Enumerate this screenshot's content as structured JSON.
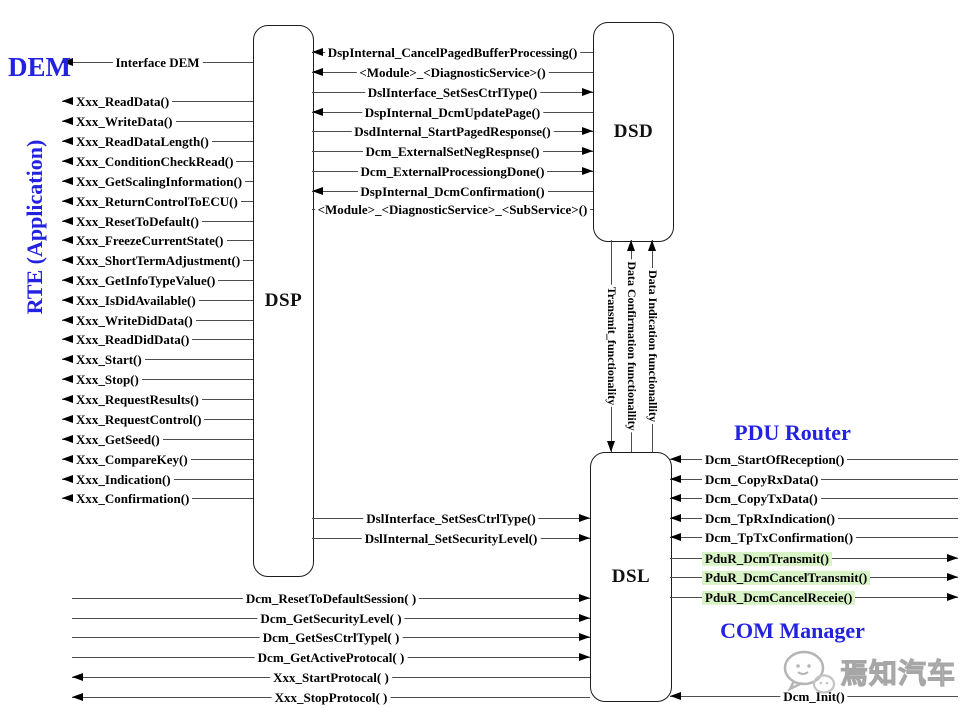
{
  "titles": {
    "dem": "DEM",
    "rte": "RTE (Application)",
    "pdu_router": "PDU Router",
    "com_manager": "COM Manager"
  },
  "boxes": {
    "dsp": "DSP",
    "dsd": "DSD",
    "dsl": "DSL"
  },
  "colors": {
    "accent_blue": "#2222e0",
    "highlight_green": "#d8f3c6",
    "line": "#4d4d4d"
  },
  "watermark": {
    "icon": "speech-bubbles-icon",
    "text": "焉知汽车"
  },
  "connectors": {
    "rte_to_dsp": [
      {
        "label": "Interface DEM",
        "dir": "left",
        "align": "center"
      },
      {
        "label": "Xxx_ReadData()",
        "dir": "left"
      },
      {
        "label": "Xxx_WriteData()",
        "dir": "left"
      },
      {
        "label": "Xxx_ReadDataLength()",
        "dir": "left"
      },
      {
        "label": "Xxx_ConditionCheckRead()",
        "dir": "left"
      },
      {
        "label": "Xxx_GetScalingInformation()",
        "dir": "left"
      },
      {
        "label": "Xxx_ReturnControlToECU()",
        "dir": "left"
      },
      {
        "label": "Xxx_ResetToDefault()",
        "dir": "left"
      },
      {
        "label": "Xxx_FreezeCurrentState()",
        "dir": "left"
      },
      {
        "label": "Xxx_ShortTermAdjustment()",
        "dir": "left"
      },
      {
        "label": "Xxx_GetInfoTypeValue()",
        "dir": "left"
      },
      {
        "label": "Xxx_IsDidAvailable()",
        "dir": "left"
      },
      {
        "label": "Xxx_WriteDidData()",
        "dir": "left"
      },
      {
        "label": "Xxx_ReadDidData()",
        "dir": "left"
      },
      {
        "label": "Xxx_Start()",
        "dir": "left"
      },
      {
        "label": "Xxx_Stop()",
        "dir": "left"
      },
      {
        "label": "Xxx_RequestResults()",
        "dir": "left"
      },
      {
        "label": "Xxx_RequestControl()",
        "dir": "left"
      },
      {
        "label": "Xxx_GetSeed()",
        "dir": "left"
      },
      {
        "label": "Xxx_CompareKey()",
        "dir": "left"
      },
      {
        "label": "Xxx_Indication()",
        "dir": "left"
      },
      {
        "label": "Xxx_Confirmation()",
        "dir": "left"
      }
    ],
    "dsp_to_dsd": [
      {
        "label": "DspInternal_CancelPagedBufferProcessing()",
        "dir": "left"
      },
      {
        "label": "<Module>_<DiagnosticService>()",
        "dir": "left"
      },
      {
        "label": "DslInterface_SetSesCtrlType()",
        "dir": "right"
      },
      {
        "label": "DspInternal_DcmUpdatePage()",
        "dir": "left"
      },
      {
        "label": "DsdInternal_StartPagedResponse()",
        "dir": "right"
      },
      {
        "label": "Dcm_ExternalSetNegRespnse()",
        "dir": "right"
      },
      {
        "label": "Dcm_ExternalProcessiongDone()",
        "dir": "right"
      },
      {
        "label": "DspInternal_DcmConfirmation()",
        "dir": "left"
      },
      {
        "label": "<Module>_<DiagnosticService>_<SubService>()",
        "dir": "none"
      }
    ],
    "dsp_to_dsl": [
      {
        "label": "DslInterface_SetSesCtrlType()",
        "dir": "right"
      },
      {
        "label": "DslInternal_SetSecurityLevel()",
        "dir": "right"
      }
    ],
    "rte_to_dsl": [
      {
        "label": "Dcm_ResetToDefaultSession( )",
        "dir": "right"
      },
      {
        "label": "Dcm_GetSecurityLevel( )",
        "dir": "right"
      },
      {
        "label": "Dcm_GetSesCtrlTypel( )",
        "dir": "right"
      },
      {
        "label": "Dcm_GetActiveProtocal( )",
        "dir": "right"
      },
      {
        "label": "Xxx_StartProtocal( )",
        "dir": "left"
      },
      {
        "label": "Xxx_StopProtocol( )",
        "dir": "left"
      }
    ],
    "dsl_to_pdur": [
      {
        "label": "Dcm_StartOfReception()",
        "dir": "left"
      },
      {
        "label": "Dcm_CopyRxData()",
        "dir": "left"
      },
      {
        "label": "Dcm_CopyTxData()",
        "dir": "left"
      },
      {
        "label": "Dcm_TpRxIndication()",
        "dir": "left"
      },
      {
        "label": "Dcm_TpTxConfirmation()",
        "dir": "left"
      },
      {
        "label": "PduR_DcmTransmit()",
        "dir": "right",
        "hl": true
      },
      {
        "label": "PduR_DcmCancelTransmit()",
        "dir": "right",
        "hl": true
      },
      {
        "label": "PduR_DcmCancelReceie()",
        "dir": "right",
        "hl": true
      },
      {
        "label": "Dcm_Init()",
        "dir": "left",
        "align": "center"
      }
    ],
    "dsd_to_dsl": [
      {
        "label": "Transmit_functionality",
        "dir": "down"
      },
      {
        "label": "Data Confirmation functionallity",
        "dir": "up"
      },
      {
        "label": "Data Indication functionallity",
        "dir": "up"
      }
    ]
  }
}
